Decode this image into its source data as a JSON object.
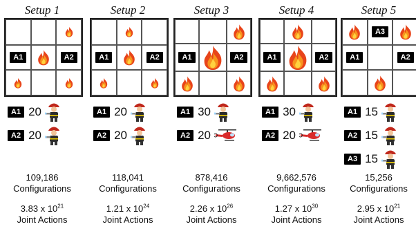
{
  "setups": [
    {
      "title": "Setup 1",
      "grid": [
        [
          {
            "fire": "none"
          },
          {
            "fire": "none"
          },
          {
            "fire": "small"
          }
        ],
        [
          {
            "badge": "A1"
          },
          {
            "fire": "medium"
          },
          {
            "badge": "A2"
          }
        ],
        [
          {
            "fire": "small"
          },
          {
            "fire": "none"
          },
          {
            "fire": "small"
          }
        ]
      ],
      "agents": [
        {
          "label": "A1",
          "count": "20",
          "type": "firefighter-icon"
        },
        {
          "label": "A2",
          "count": "20",
          "type": "firefighter-icon"
        }
      ],
      "configurations": "109,186",
      "config_label": "Configurations",
      "actions_base": "3.83 x 10",
      "actions_exp": "21",
      "actions_label": "Joint Actions"
    },
    {
      "title": "Setup 2",
      "grid": [
        [
          {
            "fire": "none"
          },
          {
            "fire": "small"
          },
          {
            "fire": "none"
          }
        ],
        [
          {
            "badge": "A1"
          },
          {
            "fire": "medium"
          },
          {
            "badge": "A2"
          }
        ],
        [
          {
            "fire": "small"
          },
          {
            "fire": "none"
          },
          {
            "fire": "small"
          }
        ]
      ],
      "agents": [
        {
          "label": "A1",
          "count": "20",
          "type": "firefighter-icon"
        },
        {
          "label": "A2",
          "count": "20",
          "type": "firefighter-icon"
        }
      ],
      "configurations": "118,041",
      "config_label": "Configurations",
      "actions_base": "1.21 x 10",
      "actions_exp": "24",
      "actions_label": "Joint Actions"
    },
    {
      "title": "Setup 3",
      "grid": [
        [
          {
            "fire": "none"
          },
          {
            "fire": "none"
          },
          {
            "fire": "medium"
          }
        ],
        [
          {
            "badge": "A1"
          },
          {
            "fire": "large"
          },
          {
            "badge": "A2"
          }
        ],
        [
          {
            "fire": "medium"
          },
          {
            "fire": "none"
          },
          {
            "fire": "medium"
          }
        ]
      ],
      "agents": [
        {
          "label": "A1",
          "count": "30",
          "type": "firefighter-icon"
        },
        {
          "label": "A2",
          "count": "20",
          "type": "helicopter-icon"
        }
      ],
      "configurations": "878,416",
      "config_label": "Configurations",
      "actions_base": "2.26 x 10",
      "actions_exp": "26",
      "actions_label": "Joint Actions"
    },
    {
      "title": "Setup 4",
      "grid": [
        [
          {
            "fire": "none"
          },
          {
            "fire": "medium"
          },
          {
            "fire": "none"
          }
        ],
        [
          {
            "badge": "A1"
          },
          {
            "fire": "large"
          },
          {
            "badge": "A2"
          }
        ],
        [
          {
            "fire": "medium"
          },
          {
            "fire": "none"
          },
          {
            "fire": "medium"
          }
        ]
      ],
      "agents": [
        {
          "label": "A1",
          "count": "30",
          "type": "firefighter-icon"
        },
        {
          "label": "A2",
          "count": "20",
          "type": "helicopter-icon"
        }
      ],
      "configurations": "9,662,576",
      "config_label": "Configurations",
      "actions_base": "1.27 x 10",
      "actions_exp": "30",
      "actions_label": "Joint Actions"
    },
    {
      "title": "Setup 5",
      "grid": [
        [
          {
            "fire": "medium"
          },
          {
            "badge": "A3"
          },
          {
            "fire": "medium"
          }
        ],
        [
          {
            "badge": "A1"
          },
          {
            "fire": "none"
          },
          {
            "badge": "A2"
          }
        ],
        [
          {
            "fire": "none"
          },
          {
            "fire": "medium"
          },
          {
            "fire": "none"
          }
        ]
      ],
      "agents": [
        {
          "label": "A1",
          "count": "15",
          "type": "firefighter-icon"
        },
        {
          "label": "A2",
          "count": "15",
          "type": "firefighter-icon"
        },
        {
          "label": "A3",
          "count": "15",
          "type": "firefighter-icon"
        }
      ],
      "configurations": "15,256",
      "config_label": "Configurations",
      "actions_base": "2.95 x 10",
      "actions_exp": "21",
      "actions_label": "Joint Actions"
    }
  ]
}
